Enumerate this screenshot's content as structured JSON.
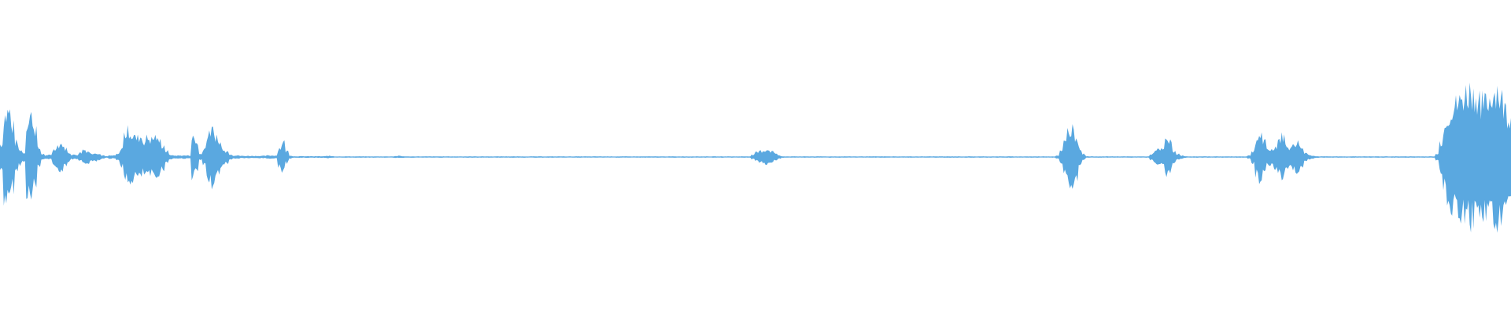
{
  "waveform": {
    "color": "#5aa8e0",
    "background": "#ffffff",
    "amplitude_envelope": [
      0.18,
      0.57,
      0.62,
      0.42,
      0.2,
      0.1,
      0.06,
      0.48,
      0.56,
      0.4,
      0.12,
      0.04,
      0.02,
      0.03,
      0.1,
      0.16,
      0.18,
      0.12,
      0.06,
      0.03,
      0.03,
      0.06,
      0.1,
      0.08,
      0.05,
      0.06,
      0.04,
      0.02,
      0.01,
      0.02,
      0.02,
      0.04,
      0.12,
      0.32,
      0.36,
      0.3,
      0.26,
      0.28,
      0.22,
      0.26,
      0.24,
      0.28,
      0.22,
      0.16,
      0.08,
      0.03,
      0.02,
      0.02,
      0.02,
      0.02,
      0.02,
      0.26,
      0.2,
      0.04,
      0.12,
      0.3,
      0.36,
      0.3,
      0.2,
      0.12,
      0.08,
      0.04,
      0.02,
      0.02,
      0.015,
      0.015,
      0.015,
      0.015,
      0.015,
      0.015,
      0.015,
      0.02,
      0.02,
      0.02,
      0.12,
      0.2,
      0.08,
      0.02,
      0.01,
      0.01,
      0.01,
      0.01,
      0.01,
      0.01,
      0.01,
      0.01,
      0.01,
      0.015,
      0.012,
      0.008,
      0.008,
      0.008,
      0.008,
      0.008,
      0.008,
      0.008,
      0.008,
      0.008,
      0.008,
      0.008,
      0.008,
      0.008,
      0.008,
      0.008,
      0.008,
      0.012,
      0.015,
      0.01,
      0.008,
      0.008,
      0.008,
      0.008,
      0.008,
      0.008,
      0.008,
      0.008,
      0.008,
      0.008,
      0.008,
      0.008,
      0.008,
      0.008,
      0.008,
      0.008,
      0.008,
      0.008,
      0.008,
      0.008,
      0.008,
      0.008,
      0.008,
      0.008,
      0.008,
      0.008,
      0.008,
      0.008,
      0.008,
      0.008,
      0.008,
      0.008,
      0.008,
      0.008,
      0.008,
      0.008,
      0.008,
      0.008,
      0.008,
      0.008,
      0.008,
      0.008,
      0.008,
      0.008,
      0.008,
      0.008,
      0.008,
      0.008,
      0.008,
      0.008,
      0.008,
      0.008,
      0.008,
      0.008,
      0.008,
      0.008,
      0.008,
      0.008,
      0.008,
      0.008,
      0.008,
      0.008,
      0.008,
      0.008,
      0.008,
      0.008,
      0.008,
      0.008,
      0.008,
      0.008,
      0.008,
      0.008,
      0.008,
      0.008,
      0.008,
      0.008,
      0.008,
      0.008,
      0.008,
      0.008,
      0.008,
      0.008,
      0.008,
      0.008,
      0.008,
      0.008,
      0.008,
      0.008,
      0.008,
      0.008,
      0.008,
      0.01,
      0.03,
      0.06,
      0.08,
      0.09,
      0.1,
      0.08,
      0.05,
      0.02,
      0.01,
      0.008,
      0.008,
      0.008,
      0.008,
      0.008,
      0.008,
      0.008,
      0.008,
      0.008,
      0.008,
      0.008,
      0.008,
      0.008,
      0.008,
      0.008,
      0.008,
      0.008,
      0.008,
      0.008,
      0.008,
      0.008,
      0.008,
      0.008,
      0.008,
      0.008,
      0.008,
      0.008,
      0.008,
      0.008,
      0.008,
      0.008,
      0.008,
      0.008,
      0.008,
      0.008,
      0.008,
      0.008,
      0.008,
      0.008,
      0.008,
      0.008,
      0.008,
      0.008,
      0.008,
      0.008,
      0.008,
      0.008,
      0.008,
      0.008,
      0.008,
      0.008,
      0.008,
      0.008,
      0.008,
      0.008,
      0.008,
      0.008,
      0.008,
      0.008,
      0.008,
      0.008,
      0.008,
      0.008,
      0.008,
      0.008,
      0.008,
      0.008,
      0.008,
      0.008,
      0.008,
      0.008,
      0.008,
      0.02,
      0.08,
      0.2,
      0.36,
      0.4,
      0.3,
      0.12,
      0.04,
      0.01,
      0.008,
      0.008,
      0.008,
      0.008,
      0.008,
      0.008,
      0.008,
      0.008,
      0.008,
      0.008,
      0.008,
      0.008,
      0.008,
      0.008,
      0.008,
      0.008,
      0.04,
      0.08,
      0.1,
      0.1,
      0.24,
      0.2,
      0.08,
      0.04,
      0.02,
      0.01,
      0.008,
      0.008,
      0.008,
      0.008,
      0.008,
      0.008,
      0.008,
      0.008,
      0.008,
      0.008,
      0.008,
      0.008,
      0.008,
      0.008,
      0.008,
      0.008,
      0.02,
      0.08,
      0.24,
      0.3,
      0.2,
      0.1,
      0.1,
      0.14,
      0.24,
      0.28,
      0.16,
      0.12,
      0.18,
      0.2,
      0.12,
      0.06,
      0.03,
      0.02,
      0.01,
      0.008,
      0.008,
      0.008,
      0.008,
      0.008,
      0.008,
      0.008,
      0.008,
      0.008,
      0.008,
      0.008,
      0.008,
      0.008,
      0.008,
      0.008,
      0.008,
      0.008,
      0.008,
      0.008,
      0.008,
      0.008,
      0.008,
      0.008,
      0.008,
      0.008,
      0.008,
      0.008,
      0.008,
      0.008,
      0.008,
      0.008,
      0.04,
      0.2,
      0.4,
      0.56,
      0.66,
      0.7,
      0.74,
      0.82,
      0.86,
      0.9,
      0.84,
      0.8,
      0.74,
      0.72,
      0.78,
      0.88,
      0.92,
      0.78,
      0.66,
      0.54
    ]
  }
}
